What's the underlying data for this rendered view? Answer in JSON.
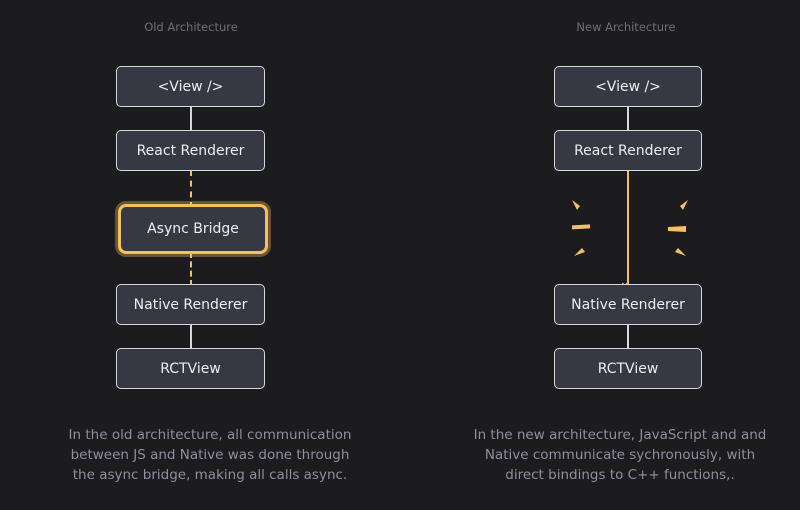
{
  "old": {
    "title": "Old Architecture",
    "nodes": [
      "<View />",
      "React Renderer",
      "Async Bridge",
      "Native Renderer",
      "RCTView"
    ],
    "caption_lines": [
      "In the old architecture, all communication",
      "between JS and Native was done through",
      "the async bridge, making all calls async."
    ]
  },
  "new": {
    "title": "New Architecture",
    "nodes": [
      "<View />",
      "React Renderer",
      "Native Renderer",
      "RCTView"
    ],
    "caption_lines": [
      "In the new architecture, JavaScript and and",
      "Native communicate sychronously, with",
      "direct bindings to C++ functions,."
    ]
  },
  "colors": {
    "background": "#1c1c1e",
    "accent": "#f5c05e",
    "box": "#363943"
  }
}
